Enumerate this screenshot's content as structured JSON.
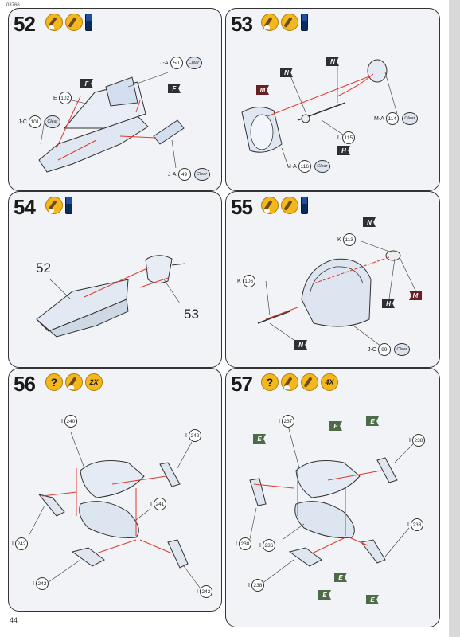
{
  "header": {
    "doc_id": "03766"
  },
  "footer": {
    "page": "44"
  },
  "steps": [
    {
      "number": "52",
      "multiplier": "",
      "labels": {
        "ja50": "J-A",
        "ja50_n": "50",
        "e102": "E",
        "e102_n": "102",
        "jc101": "J-C",
        "jc101_n": "101",
        "ja49": "J-A",
        "ja49_n": "49",
        "clear": "Clear"
      },
      "flags": [
        "F",
        "F"
      ]
    },
    {
      "number": "53",
      "multiplier": "",
      "labels": {
        "ma114": "M-A",
        "ma114_n": "114",
        "l115": "L",
        "l115_n": "115",
        "ma116": "M-A",
        "ma116_n": "116",
        "clear": "Clear"
      },
      "flags": [
        "N",
        "N",
        "M",
        "H"
      ]
    },
    {
      "number": "54",
      "multiplier": "",
      "labels": {
        "ref52": "52",
        "ref53": "53"
      }
    },
    {
      "number": "55",
      "multiplier": "",
      "labels": {
        "k113": "K",
        "k113_n": "113",
        "k106": "K",
        "k106_n": "106",
        "jc99": "J-C",
        "jc99_n": "99",
        "clear": "Clear"
      },
      "flags": [
        "N",
        "M",
        "H",
        "N"
      ]
    },
    {
      "number": "56",
      "multiplier": "2X",
      "help": "?",
      "labels": {
        "i240": "I",
        "i240_n": "240",
        "i242a": "I",
        "i242a_n": "242",
        "i241": "I",
        "i241_n": "241",
        "i242b": "I",
        "i242b_n": "242",
        "i242c": "I",
        "i242c_n": "242",
        "i242d": "I",
        "i242d_n": "242"
      }
    },
    {
      "number": "57",
      "multiplier": "4X",
      "help": "?",
      "labels": {
        "i237": "I",
        "i237_n": "237",
        "i238a": "I",
        "i238a_n": "238",
        "i238b": "I",
        "i238b_n": "238",
        "i236": "I",
        "i236_n": "236",
        "i238c": "I",
        "i238c_n": "238",
        "i238d": "I",
        "i238d_n": "238"
      },
      "flags": [
        "E",
        "E",
        "E",
        "E",
        "E",
        "E"
      ]
    }
  ]
}
